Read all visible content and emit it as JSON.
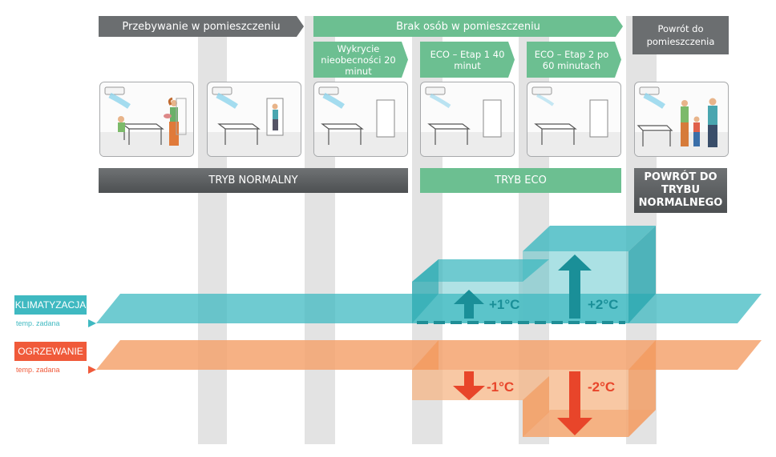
{
  "phases": {
    "presence": "Przebywanie w pomieszczeniu",
    "absence": "Brak osób w pomieszczeniu",
    "return": "Powrót do pomieszczenia"
  },
  "stages": {
    "detection": "Wykrycie nieobecności 20 minut",
    "eco1": "ECO – Etap 1 40 minut",
    "eco2": "ECO – Etap 2 po 60 minutach"
  },
  "modes": {
    "normal": "TRYB NORMALNY",
    "eco": "TRYB ECO",
    "return": "POWRÓT DO TRYBU NORMALNEGO"
  },
  "legend": {
    "cooling": "KLIMATYZACJA",
    "heating": "OGRZEWANIE",
    "setpoint": "temp. zadana"
  },
  "temps": {
    "cool_stage1": "+1°C",
    "cool_stage2": "+2°C",
    "heat_stage1": "-1°C",
    "heat_stage2": "-2°C"
  },
  "colors": {
    "cooling": "#3fb9c1",
    "heating": "#f4a36e",
    "green": "#6cbf91",
    "dark": "#5b5e60"
  },
  "icons": [
    "air-conditioner-icon",
    "person-icon",
    "door-icon",
    "table-icon",
    "arrow-up-icon",
    "arrow-down-icon"
  ]
}
